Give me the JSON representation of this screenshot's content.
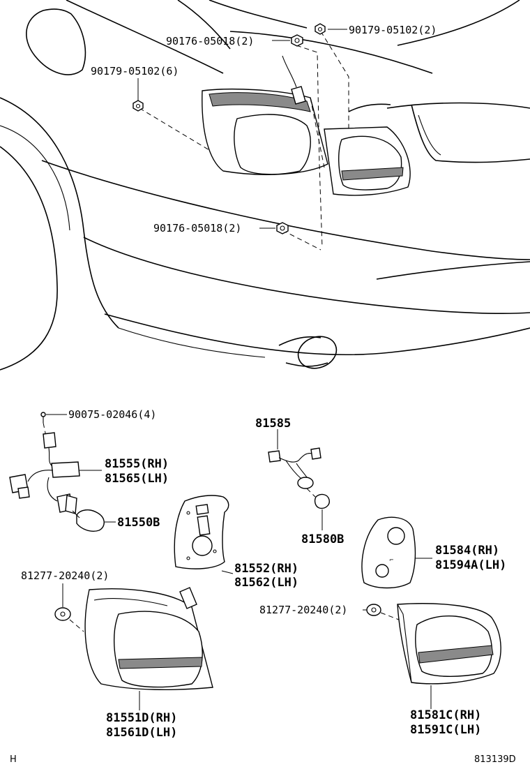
{
  "labels": {
    "p_90176_05018_top": "90176-05018(2)",
    "p_90179_05102_top": "90179-05102(2)",
    "p_90179_05102_left": "90179-05102(6)",
    "p_90176_05018_mid": "90176-05018(2)",
    "p_90075_02046": "90075-02046(4)",
    "p_81585": "81585",
    "p_81555_rh": "81555(RH)",
    "p_81565_lh": "81565(LH)",
    "p_81550b": "81550B",
    "p_81580b": "81580B",
    "p_81584_rh": "81584(RH)",
    "p_81594a_lh": "81594A(LH)",
    "p_81552_rh": "81552(RH)",
    "p_81562_lh": "81562(LH)",
    "p_81277_left": "81277-20240(2)",
    "p_81277_right": "81277-20240(2)",
    "p_81551d_rh": "81551D(RH)",
    "p_81561d_lh": "81561D(LH)",
    "p_81581c_rh": "81581C(RH)",
    "p_81591c_lh": "81591C(LH)"
  },
  "footer": {
    "left_mark": "H",
    "diagram_id": "813139D"
  }
}
